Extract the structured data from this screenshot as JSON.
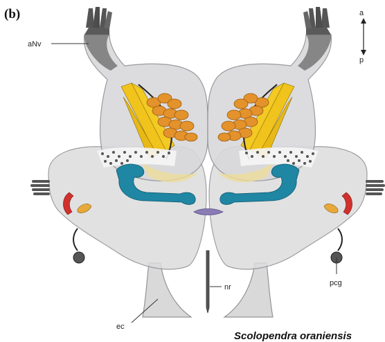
{
  "panel_label": "(b)",
  "orientation": {
    "anterior": "a",
    "posterior": "p"
  },
  "labels": {
    "aNv": "aNv",
    "nr": "nr",
    "ec": "ec",
    "pcg": "pcg"
  },
  "species_name": "Scolopendra oraniensis",
  "colors": {
    "brain_fill": "#d7d7d9",
    "brain_stroke": "#8e8e92",
    "nerve_root": "#555555",
    "globuli": "#e3922c",
    "neuropil_yellow": "#f0c31d",
    "body_blue": "#1f86a3",
    "lobe_red": "#d0312d",
    "lobe_gold": "#e6a93a",
    "central_purple": "#8a7db5",
    "dots": "#555555"
  }
}
